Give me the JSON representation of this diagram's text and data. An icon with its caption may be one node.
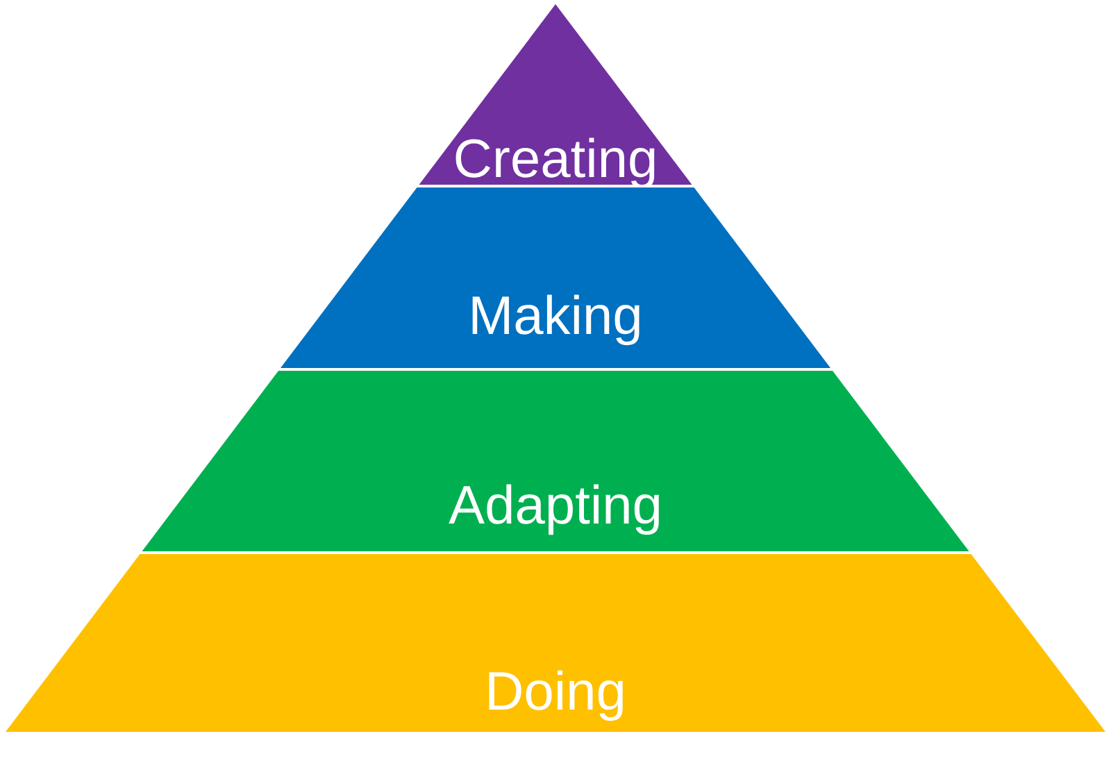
{
  "diagram": {
    "nodes": [
      {
        "text": [
          "Creating"
        ]
      },
      {
        "text": [
          "Making"
        ]
      },
      {
        "text": [
          "Adapting"
        ]
      },
      {
        "text": [
          "Doing"
        ]
      }
    ]
  }
}
